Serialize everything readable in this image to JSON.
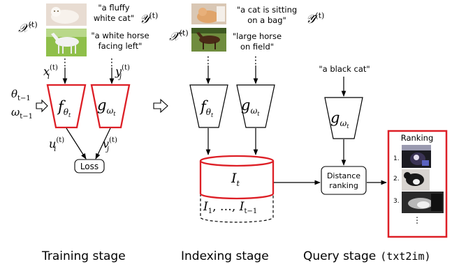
{
  "training": {
    "caption_cat": [
      "\"a fluffy",
      "white cat\""
    ],
    "caption_horse": [
      "\"a white horse",
      "facing left\""
    ],
    "X_set": "𝒳",
    "Y_set": "𝒴",
    "sup_t": "(t)",
    "x_var": "x",
    "y_var": "y",
    "sub_i": "i",
    "sub_j": "j",
    "theta": "θ",
    "omega": "ω",
    "sub_tm1": "t−1",
    "f": "f",
    "g": "g",
    "f_sub": "θ",
    "g_sub": "ω",
    "t": "t",
    "u_var": "u",
    "v_var": "v",
    "loss_label": "Loss",
    "dots": "⋮"
  },
  "indexing": {
    "caption_cat": [
      "\"a cat is sitting",
      "on a bag\""
    ],
    "caption_horse": [
      "\"large horse",
      "on field\""
    ],
    "X_hat": "𝒳̂",
    "Y_hat": "𝒴̂",
    "I": "I",
    "prev_I": [
      "I",
      "1",
      ", …, ",
      "I",
      "t−1"
    ]
  },
  "query": {
    "text": "\"a black cat\"",
    "distance_label": [
      "Distance",
      "ranking"
    ],
    "ranking_title": "Ranking",
    "ranks": [
      "1.",
      "2.",
      "3."
    ],
    "dots": "⋮"
  },
  "stages": {
    "training": "Training stage",
    "indexing": "Indexing stage",
    "query": "Query stage",
    "query_mode": "(txt2im)"
  },
  "colors": {
    "highlight": "#dd1f26",
    "stroke": "#000000"
  }
}
